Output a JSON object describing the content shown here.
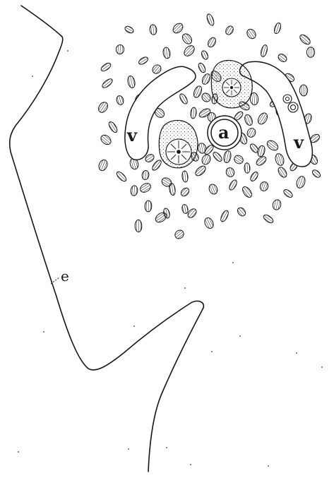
{
  "figure": {
    "labels": {
      "vessel_left": "v",
      "vessel_right": "v",
      "axon": "a",
      "epidermis": "e"
    },
    "colors": {
      "ink": "#151515",
      "paper": "#ffffff"
    }
  }
}
